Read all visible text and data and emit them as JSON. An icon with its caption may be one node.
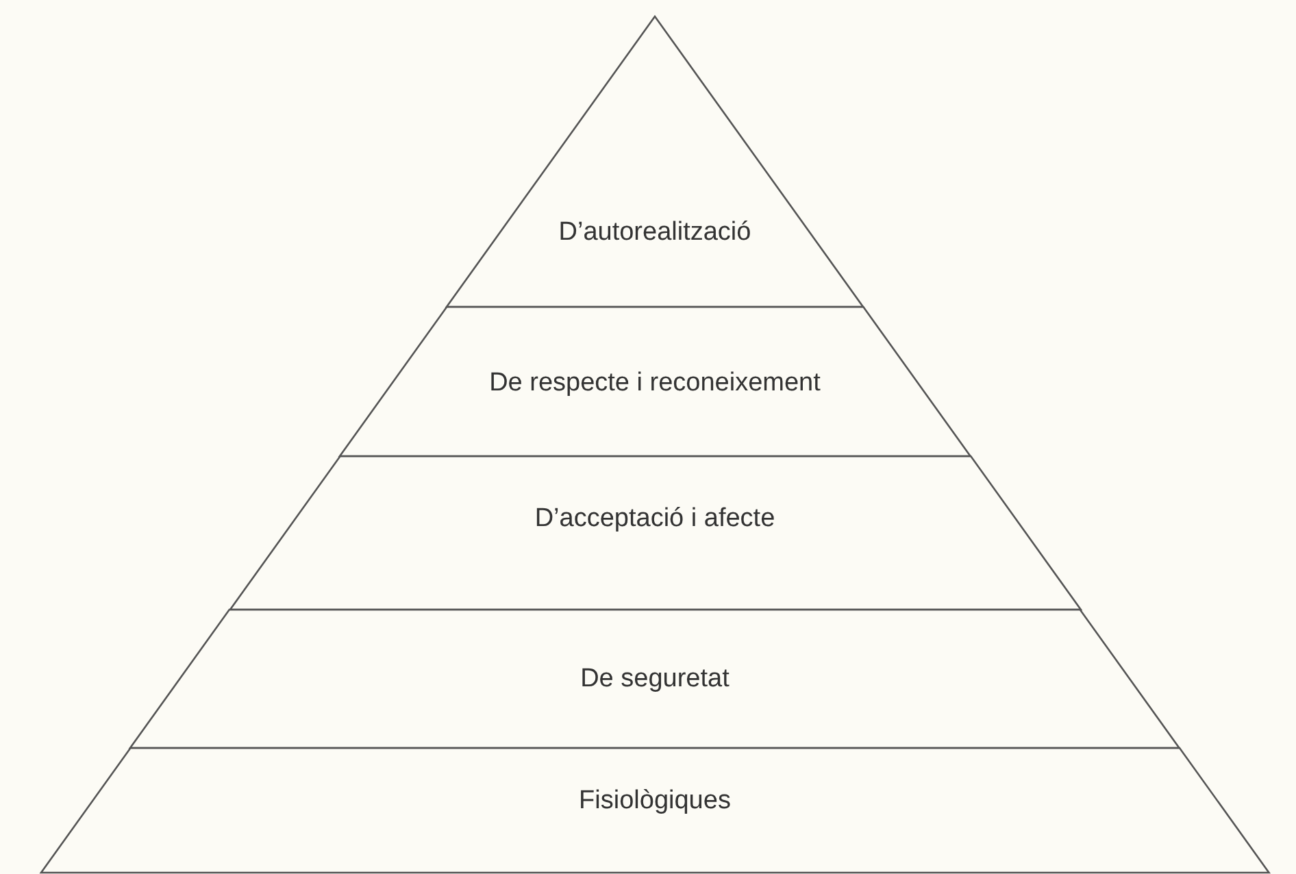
{
  "diagram": {
    "nodes": [
      {
        "text": [
          "D’autorealització"
        ]
      },
      {
        "text": [
          "De respecte i reconeixement"
        ]
      },
      {
        "text": [
          "D’acceptació i afecte"
        ]
      },
      {
        "text": [
          "De seguretat"
        ]
      },
      {
        "text": [
          "Fisiològiques"
        ]
      }
    ]
  }
}
